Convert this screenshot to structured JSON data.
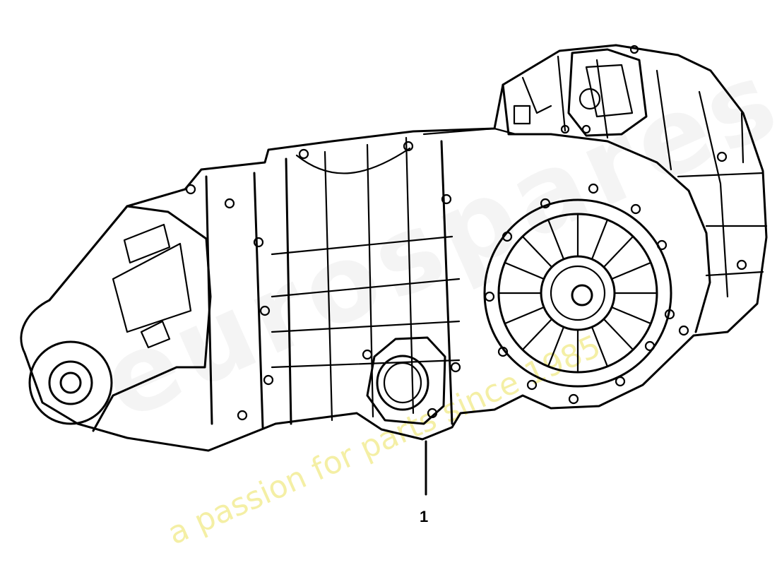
{
  "callouts": [
    {
      "number": "1"
    }
  ],
  "watermark": {
    "brand_text": "eurospares",
    "tagline": "a passion for parts since 1985",
    "brand_color": "#e8e8e8",
    "tagline_color": "#f0ea8a"
  },
  "colors": {
    "line": "#000000",
    "background": "#ffffff"
  }
}
